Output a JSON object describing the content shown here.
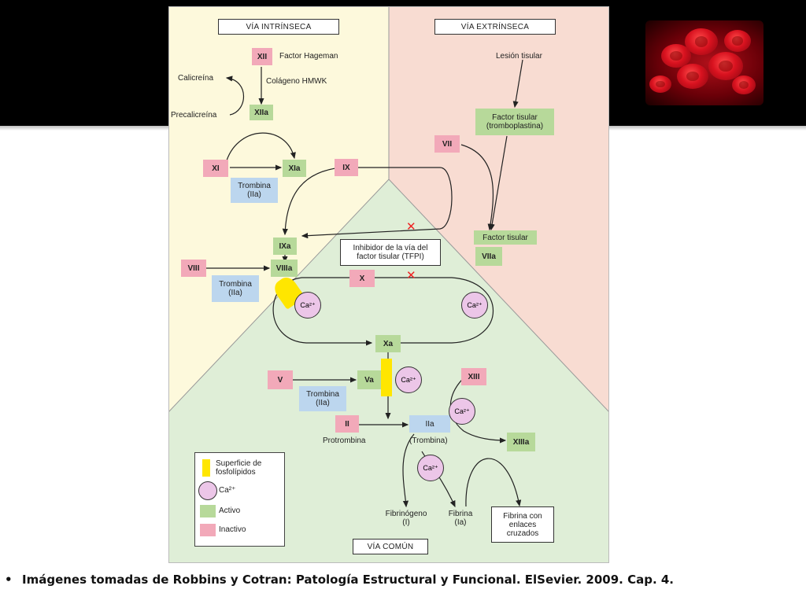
{
  "titles": {
    "intrinsic": "VÍA INTRÍNSECA",
    "extrinsic": "VÍA EXTRÍNSECA",
    "common": "VÍA COMÚN"
  },
  "labels": {
    "factor_hageman": "Factor Hageman",
    "colageno": "Colágeno HMWK",
    "calicreina": "Calicreína",
    "precalicreina": "Precalicreína",
    "lesion_tisular": "Lesión tisular",
    "protrombina": "Protrombina",
    "trombina_paren": "(Trombina)",
    "fibrinogeno_1": "Fibrinógeno",
    "fibrinogeno_2": "(I)",
    "fibrina_1": "Fibrina",
    "fibrina_2": "(Ia)"
  },
  "factors": {
    "xii": "XII",
    "xiia": "XIIa",
    "xi": "XI",
    "xia": "XIa",
    "ix": "IX",
    "ixa": "IXa",
    "viii": "VIII",
    "viiia": "VIIIa",
    "x": "X",
    "xa": "Xa",
    "v": "V",
    "va": "Va",
    "ii": "II",
    "iia": "IIa",
    "xiii": "XIII",
    "xiiia": "XIIIa",
    "vii": "VII",
    "viia": "VIIa"
  },
  "boxes": {
    "trombina_1": "Trombina",
    "iia_1": "(IIa)",
    "trombina_2": "Trombina",
    "iia_2": "(IIa)",
    "trombina_3": "Trombina",
    "iia_3": "(IIa)",
    "factor_tisular_1": "Factor tisular",
    "factor_tisular_2": "(tromboplastina)",
    "factor_tisular_viia": "Factor tisular",
    "tfpi_1": "Inhibidor de la vía del",
    "tfpi_2": "factor tisular (TFPI)",
    "fibrina_enlaces_1": "Fibrina con",
    "fibrina_enlaces_2": "enlaces",
    "fibrina_enlaces_3": "cruzados"
  },
  "ca_label": "Ca²⁺",
  "inhibition_mark": "✕",
  "legend": {
    "superficie_1": "Superficie de",
    "superficie_2": "fosfolípidos",
    "ca": "Ca²⁺",
    "activo": "Activo",
    "inactivo": "Inactivo"
  },
  "footer": {
    "bullet": "•",
    "text": "Imágenes tomadas de Robbins y Cotran: Patología Estructural y Funcional. ElSevier. 2009. Cap. 4."
  },
  "colors": {
    "inactive": "#f2a9b9",
    "active": "#b7d99a",
    "thrombin": "#bcd6ee",
    "calcium": "#ecc6e8",
    "phospholipid": "#ffe600",
    "intrinsic_bg": "#fdf9dc",
    "extrinsic_bg": "#f8dcd2",
    "common_bg": "#dfeed7"
  }
}
